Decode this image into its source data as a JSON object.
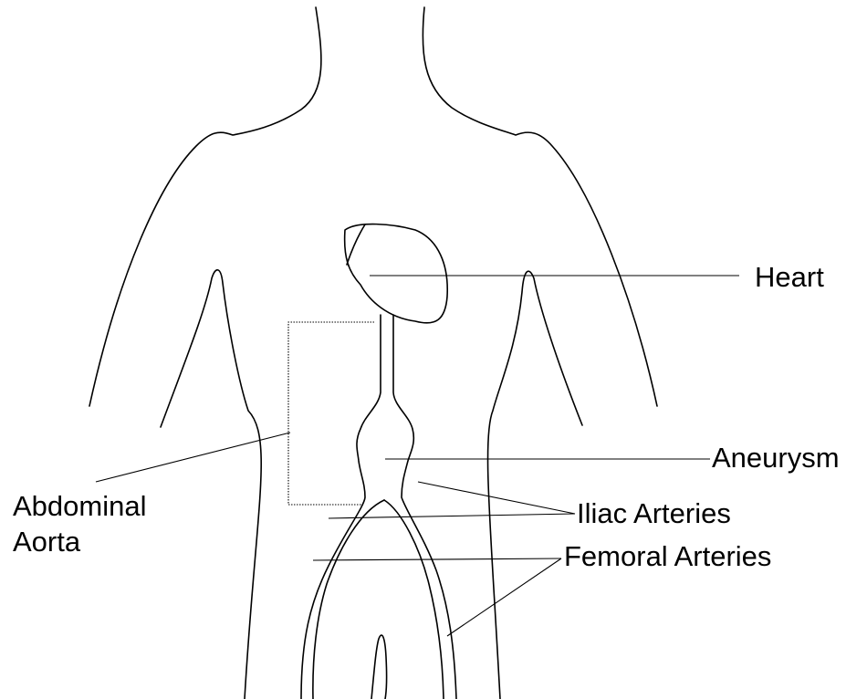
{
  "labels": {
    "heart": "Heart",
    "aneurysm": "Aneurysm",
    "abdominal_aorta_line1": "Abdominal",
    "abdominal_aorta_line2": "Aorta",
    "iliac_arteries": "Iliac Arteries",
    "femoral_arteries": "Femoral Arteries"
  },
  "colors": {
    "line": "#000000",
    "background": "#ffffff"
  }
}
